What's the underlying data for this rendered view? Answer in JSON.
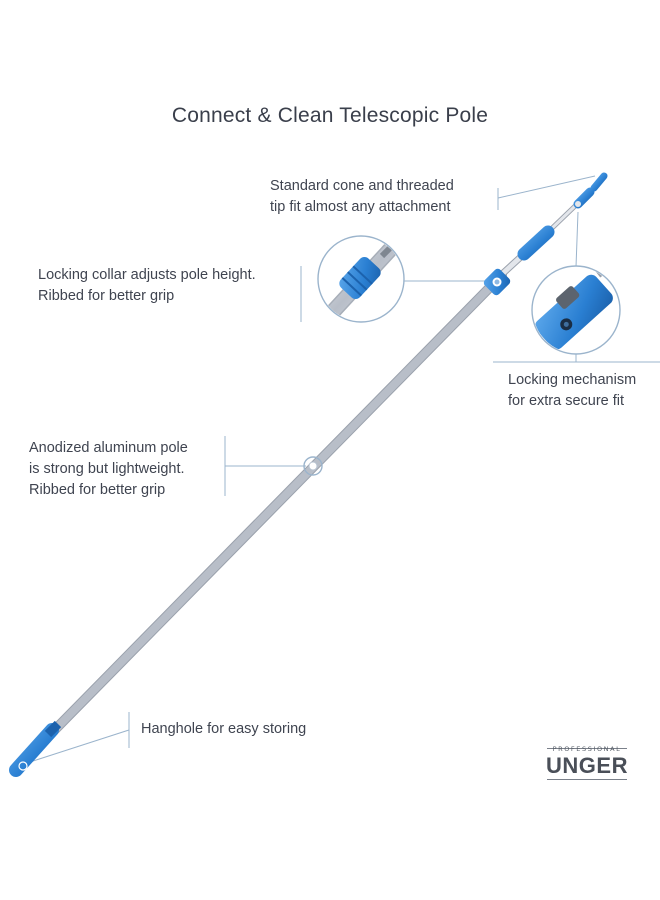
{
  "title": "Connect & Clean Telescopic Pole",
  "callouts": {
    "tip": [
      "Standard cone and threaded",
      "tip fit almost any attachment"
    ],
    "collar": [
      "Locking collar adjusts pole height.",
      "Ribbed for better grip"
    ],
    "lock": [
      "Locking mechanism",
      "for extra secure fit"
    ],
    "aluminum": [
      "Anodized aluminum pole",
      "is strong but lightweight.",
      "Ribbed for better grip"
    ],
    "hanghole": [
      "Hanghole for easy storing"
    ]
  },
  "logo": {
    "small": "PROFESSIONAL",
    "main": "UNGER"
  },
  "colors": {
    "accent_blue": "#2f86d6",
    "pole_silver": "#c9ced6",
    "line_blue": "#9bb4cc"
  },
  "icons": [
    "pole-image",
    "collar-zoom-icon",
    "lock-zoom-icon",
    "pole-marker-icon",
    "brand-logo"
  ]
}
